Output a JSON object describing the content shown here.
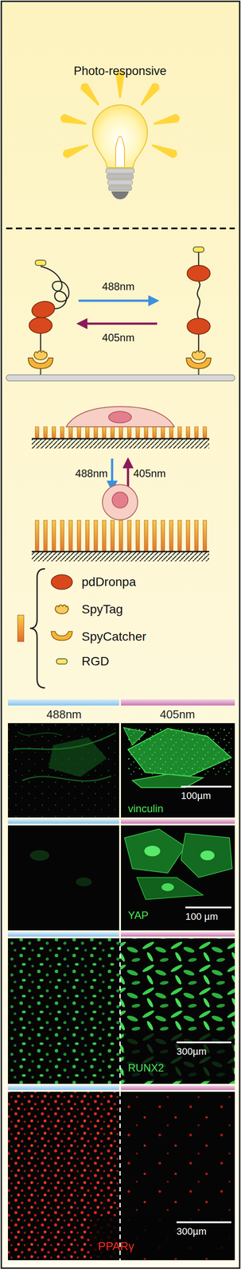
{
  "diagram": {
    "title": "Photo-responsive",
    "labels": [
      "488nm",
      "405nm",
      "488nm",
      "405nm",
      "488nm",
      "405nm",
      "vinculin",
      "100µm",
      "YAP",
      "100 µm",
      "RUNX2",
      "300µm",
      "PPARγ",
      "300µm"
    ],
    "legend": [
      {
        "text": "pdDronpa"
      },
      {
        "text": "SpyTag"
      },
      {
        "text": "SpyCatcher"
      },
      {
        "text": "RGD"
      }
    ]
  }
}
